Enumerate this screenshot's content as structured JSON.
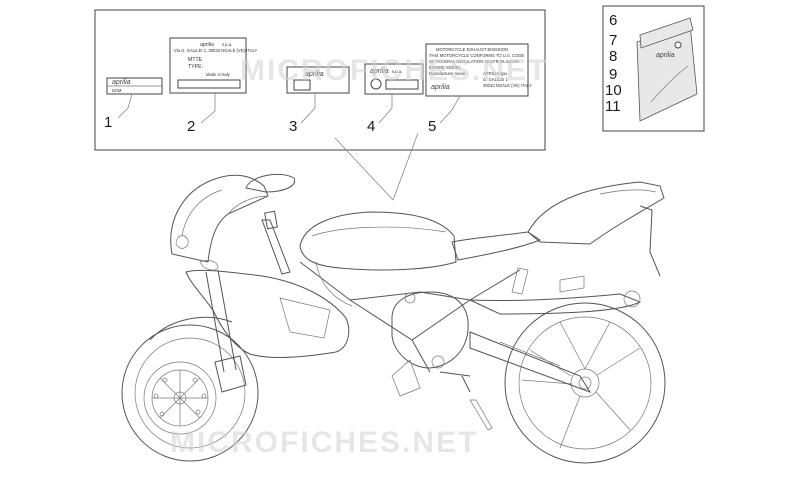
{
  "callouts": {
    "c1": "1",
    "c2": "2",
    "c3": "3",
    "c4": "4",
    "c5": "5",
    "c6": "6",
    "c7": "7",
    "c8": "8",
    "c9": "9",
    "c10": "10",
    "c11": "11"
  },
  "decal1": {
    "brand": "aprilia",
    "model": "DSM"
  },
  "decal2": {
    "brand": "aprilia",
    "company": "s.p.a.",
    "address": "Via G. GALILEI 1, 30033 NOALE (VE)-ITALY",
    "line_mtte": "MTTE",
    "line_type": "TYPE:",
    "made_in": "Made in Italy"
  },
  "decal3": {
    "brand": "aprilia"
  },
  "decal4": {
    "brand": "aprilia",
    "company": "s.p.a."
  },
  "decal5": {
    "line1": "MOTORCYCLE EXHAUST EMISSION",
    "line2": "THIS MOTORCYCLE CONFORMS TO U.S. CODE",
    "line3": "OF FEDERAL REGULATION 40 CFR 86.410-80",
    "line4": "ENGINE MODEL",
    "line5_label": "Manufacturer name",
    "line5_value": "APRILIA spa",
    "line6": "G. GALILEI 1",
    "line7": "30033 NOALE (VE) ITALY",
    "brand": "aprilia"
  },
  "kit": {
    "brand": "aprilia"
  },
  "watermark": {
    "top": "MICROFICHES.NET",
    "bottom": "MICROFICHES.NET"
  },
  "colors": {
    "line": "#555555",
    "watermark": "#d2d2d2"
  }
}
